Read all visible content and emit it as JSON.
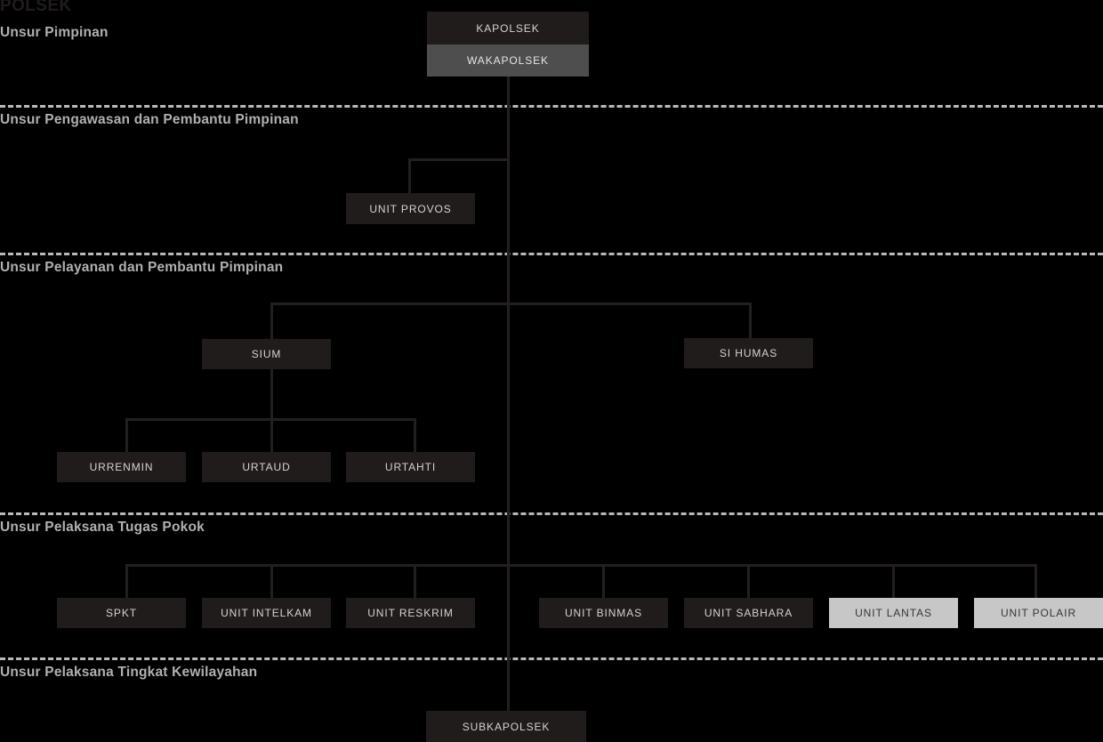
{
  "chart_title": "POLSEK",
  "sections": [
    {
      "id": "pimpinan",
      "label": "Unsur Pimpinan"
    },
    {
      "id": "pengawasan",
      "label": "Unsur Pengawasan dan Pembantu Pimpinan"
    },
    {
      "id": "pelayanan",
      "label": "Unsur Pelayanan dan Pembantu Pimpinan"
    },
    {
      "id": "pelaksana_pokok",
      "label": "Unsur Pelaksana Tugas Pokok"
    },
    {
      "id": "kewilayahan",
      "label": "Unsur Pelaksana Tingkat Kewilayahan"
    }
  ],
  "nodes": {
    "kapolsek": "KAPOLSEK",
    "wakapolsek": "WAKAPOLSEK",
    "unit_provos": "UNIT PROVOS",
    "sium": "SIUM",
    "si_humas": "SI HUMAS",
    "urrenmin": "URRENMIN",
    "urtaud": "URTAUD",
    "urtahti": "URTAHTI",
    "spkt": "SPKT",
    "unit_intelkam": "UNIT INTELKAM",
    "unit_reskrim": "UNIT RESKRIM",
    "unit_binmas": "UNIT BINMAS",
    "unit_sabhara": "UNIT SABHARA",
    "unit_lantas": "UNIT LANTAS",
    "unit_polair": "UNIT POLAIR",
    "subkapolsek": "SUBKAPOLSEK"
  },
  "colors": {
    "background": "#000000",
    "box_dark": "#201c1b",
    "box_gray": "#4e4e4e",
    "box_light": "#c7c7c7",
    "line": "#231f1e",
    "divider": "#b9b9b9",
    "section_text": "#b0b0b0",
    "title_text": "#201c1b"
  }
}
